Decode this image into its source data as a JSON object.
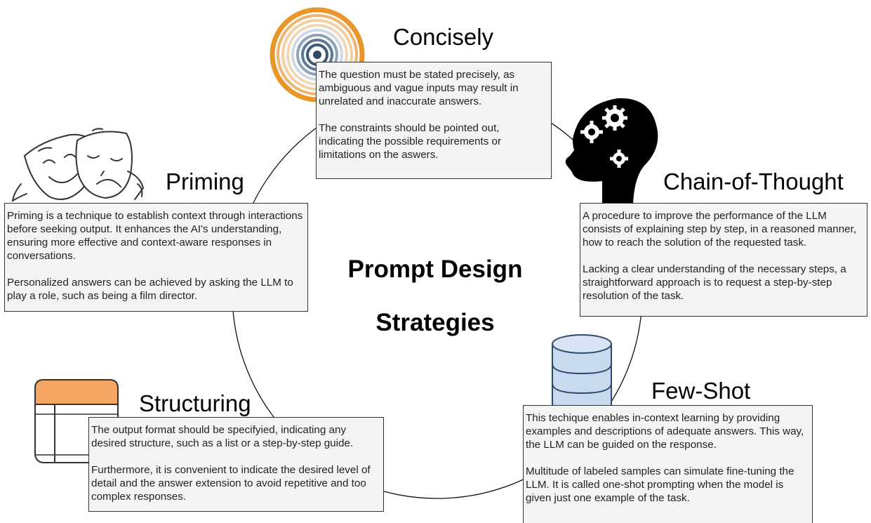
{
  "diagram": {
    "center_title_line1": "Prompt Design",
    "center_title_line2": "Strategies",
    "strategies": {
      "concisely": {
        "title": "Concisely",
        "p1": "The question must be stated precisely, as ambiguous and vague inputs may result in unrelated and inaccurate answers.",
        "p2": "The constraints should be pointed out, indicating the possible requirements or limitations on the aswers."
      },
      "priming": {
        "title": "Priming",
        "p1": "Priming is a technique to establish context through interactions before seeking output. It enhances the AI's understanding, ensuring more effective and context-aware responses in conversations.",
        "p2": "Personalized answers can be achieved by asking the LLM to play a role, such as being a film director."
      },
      "chain_of_thought": {
        "title": "Chain-of-Thought",
        "p1": "A procedure to improve the performance of the LLM consists of explaining step by step, in a reasoned manner, how to reach the solution of the requested task.",
        "p2": "Lacking a clear understanding of the necessary steps, a straightforward approach is to request a step-by-step resolution of the task."
      },
      "structuring": {
        "title": "Structuring",
        "p1": "The output format should be specifyied, indicating any desired structure, such as a list or a step-by-step guide.",
        "p2": "Furthermore, it is convenient to indicate the desired level of detail and the answer extension to avoid repetitive and too complex responses."
      },
      "few_shot": {
        "title": "Few-Shot",
        "p1": "This techique enables in-context learning by providing examples and descriptions of adequate answers. This way, the LLM can be guided on the response.",
        "p2": "Multitude of labeled samples can simulate fine-tuning the LLM. It is called one-shot prompting when the model is given just one example of the task."
      }
    },
    "colors": {
      "target_outer": "#e8962a",
      "target_inner": "#3a5a78",
      "table_header": "#f5a665",
      "database": "#c9d9ee",
      "box_fill": "#f4f4f4"
    },
    "icons": [
      "target-icon",
      "theater-masks-icon",
      "head-gears-icon",
      "table-icon",
      "database-icon"
    ]
  }
}
